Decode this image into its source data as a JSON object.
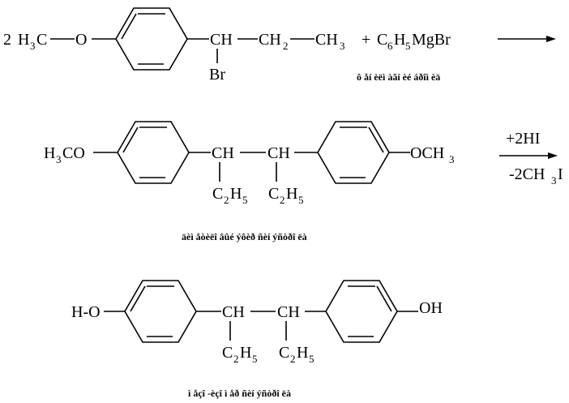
{
  "reaction1": {
    "coefficient": "2",
    "methyl_H": "H",
    "methyl_sub": "3",
    "methyl_C": "C",
    "ether_O": "O",
    "ch_text": "CH",
    "ch2_text": "CH",
    "ch2_sub": "2",
    "ch3_text": "CH",
    "ch3_sub": "3",
    "br_text": "Br",
    "plus": "+",
    "grignard_C": "C",
    "grignard_C_sub": "6",
    "grignard_H": "H",
    "grignard_H_sub": "5",
    "grignard_rest": "MgBr",
    "caption": "ô åí èëì àãí èé áðîì èä"
  },
  "reaction2": {
    "left_H": "H",
    "left_sub": "3",
    "left_CO": "CO",
    "ch_left": "CH",
    "ch_right": "CH",
    "right_OC": "OCH",
    "right_sub": "3",
    "ethyl_left_C": "C",
    "ethyl_left_C_sub": "2",
    "ethyl_left_H": "H",
    "ethyl_left_H_sub": "5",
    "ethyl_right_C": "C",
    "ethyl_right_C_sub": "2",
    "ethyl_right_H": "H",
    "ethyl_right_H_sub": "5",
    "reagent_above": "+2HI",
    "reagent_below": "-2CH",
    "reagent_below_sub": "3",
    "reagent_below_end": "I",
    "caption": "äèì åòèëî âûé ýôèð ñèí ýñòðî ëà"
  },
  "product": {
    "left_HO": "H-O",
    "ch_left": "CH",
    "ch_right": "CH",
    "right_OH": "OH",
    "ethyl_left_C": "C",
    "ethyl_left_C_sub": "2",
    "ethyl_left_H": "H",
    "ethyl_left_H_sub": "5",
    "ethyl_right_C": "C",
    "ethyl_right_C_sub": "2",
    "ethyl_right_H": "H",
    "ethyl_right_H_sub": "5",
    "caption": "ì åçî -èçî ì åð ñèí ýñòðî ëà"
  }
}
